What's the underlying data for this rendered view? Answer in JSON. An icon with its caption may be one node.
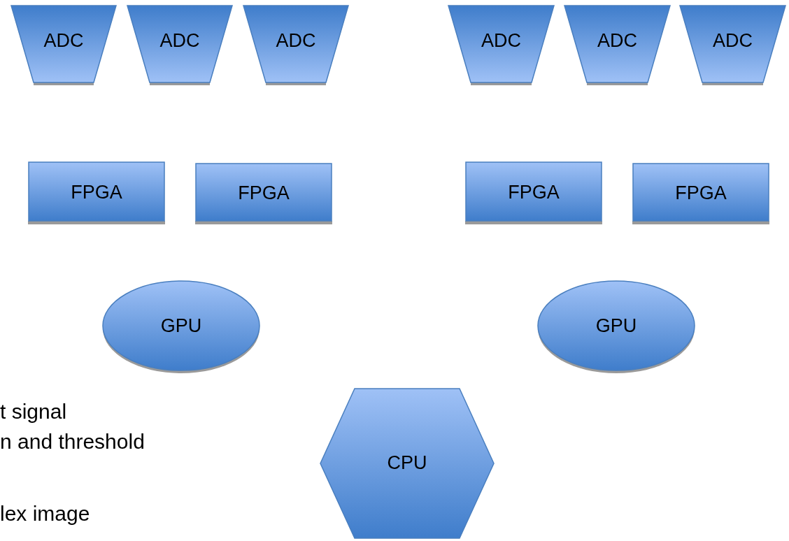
{
  "diagram": {
    "nodes": [
      {
        "text": [
          "ADC"
        ]
      },
      {
        "text": [
          "ADC"
        ]
      },
      {
        "text": [
          "ADC"
        ]
      },
      {
        "text": [
          "ADC"
        ]
      },
      {
        "text": [
          "ADC"
        ]
      },
      {
        "text": [
          "ADC"
        ]
      },
      {
        "text": [
          "FPGA"
        ]
      },
      {
        "text": [
          "FPGA"
        ]
      },
      {
        "text": [
          "FPGA"
        ]
      },
      {
        "text": [
          "FPGA"
        ]
      },
      {
        "text": [
          "GPU"
        ]
      },
      {
        "text": [
          "GPU"
        ]
      },
      {
        "text": [
          "CPU"
        ]
      }
    ],
    "labels": [
      "t signal",
      "n and threshold",
      "lex image"
    ]
  }
}
